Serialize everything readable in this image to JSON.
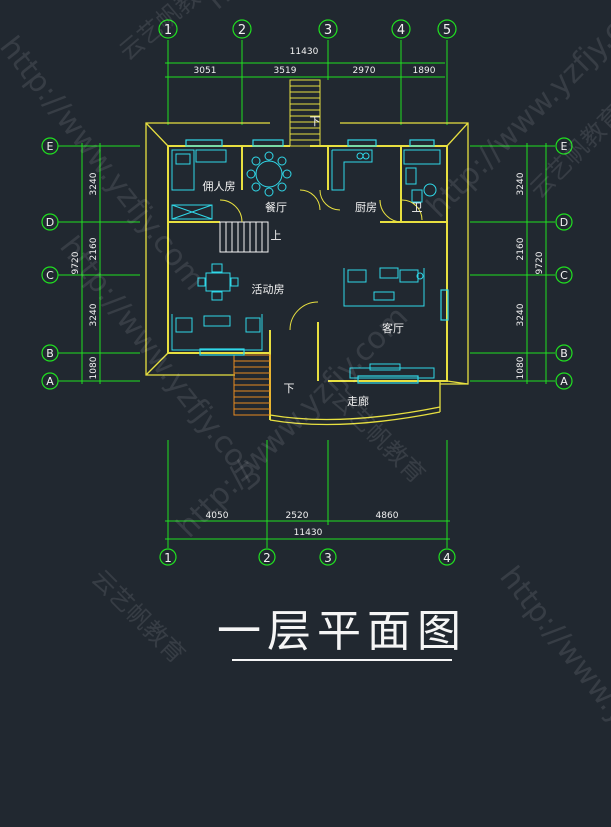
{
  "drawing": {
    "title": "一层平面图",
    "top_total": "11430",
    "top_dims": [
      "3051",
      "3519",
      "2970",
      "1890"
    ],
    "bottom_total": "11430",
    "bottom_dims": [
      "4050",
      "2520",
      "4860"
    ],
    "side_total": "9720",
    "side_dims": [
      "3240",
      "2160",
      "3240",
      "1080"
    ],
    "col_axes_top": [
      "1",
      "2",
      "3",
      "4",
      "5"
    ],
    "col_axes_bottom": [
      "1",
      "2",
      "3",
      "4"
    ],
    "row_axes": [
      "E",
      "D",
      "C",
      "B",
      "A"
    ],
    "rooms": {
      "servant": "佣人房",
      "dining": "餐厅",
      "kitchen": "厨房",
      "bath": "卫",
      "activity": "活动房",
      "living": "客厅",
      "corridor": "走廊"
    },
    "stair_up": "上",
    "stair_down": "下",
    "stair_down_entry": "下"
  },
  "watermark": {
    "url": "http://www.yzfjy.com",
    "brand": "云艺帆教育"
  },
  "colors": {
    "background": "#212830",
    "axis_green": "#20e020",
    "wall_yellow": "#e8e040",
    "furniture_cyan": "#30d8e8",
    "steps_orange": "#e88a20",
    "text_white": "#f2f2f2"
  }
}
